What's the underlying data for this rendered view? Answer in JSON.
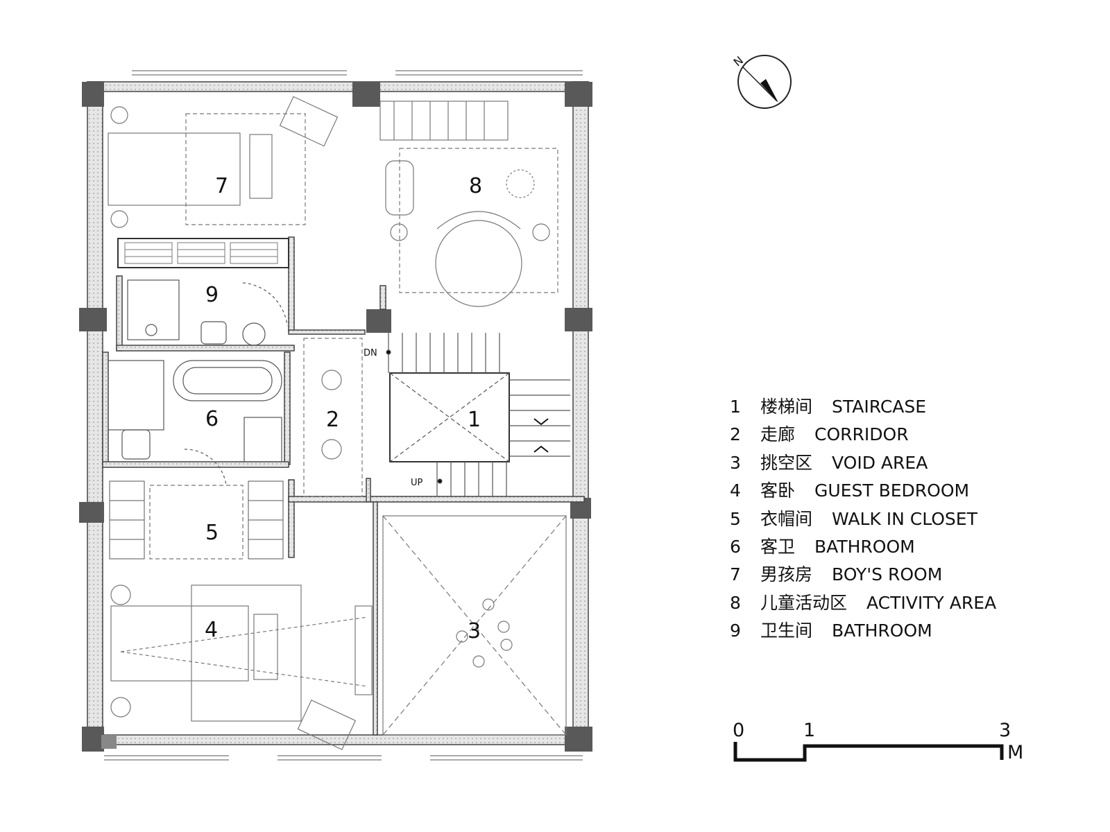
{
  "rooms": [
    {
      "number": "1",
      "zh": "楼梯间",
      "en": "STAIRCASE"
    },
    {
      "number": "2",
      "zh": "走廊",
      "en": "CORRIDOR"
    },
    {
      "number": "3",
      "zh": "挑空区",
      "en": "VOID  AREA"
    },
    {
      "number": "4",
      "zh": "客卧",
      "en": "GUEST BEDROOM"
    },
    {
      "number": "5",
      "zh": "衣帽间",
      "en": "WALK IN CLOSET"
    },
    {
      "number": "6",
      "zh": "客卫",
      "en": "BATHROOM"
    },
    {
      "number": "7",
      "zh": "男孩房",
      "en": "BOY'S ROOM"
    },
    {
      "number": "8",
      "zh": "儿童活动区",
      "en": "ACTIVITY  AREA"
    },
    {
      "number": "9",
      "zh": "卫生间",
      "en": "BATHROOM"
    }
  ],
  "stairs": {
    "down_label": "DN",
    "up_label": "UP"
  },
  "compass": {
    "north_label": "N"
  },
  "scale_bar": {
    "ticks": [
      "0",
      "1",
      "3"
    ],
    "unit": "M"
  }
}
